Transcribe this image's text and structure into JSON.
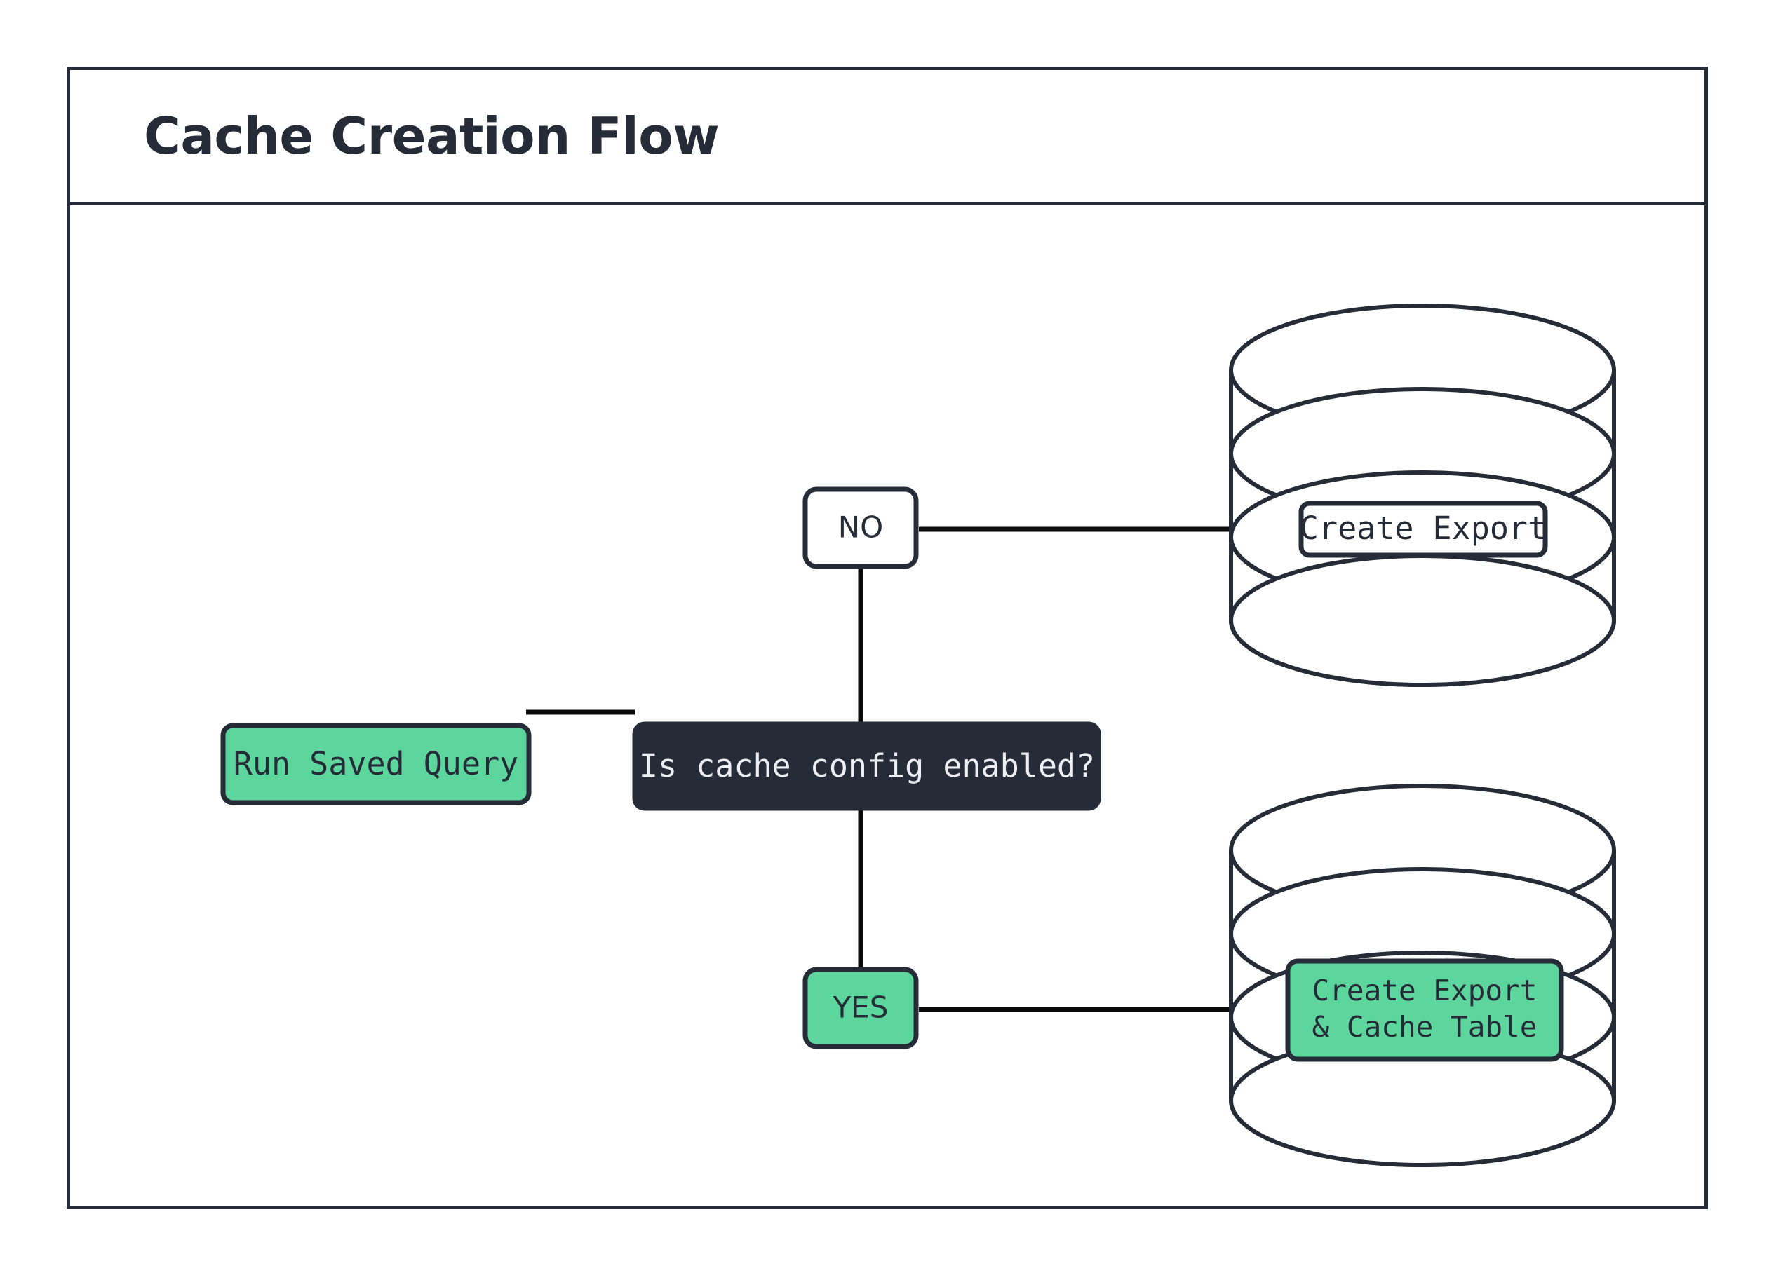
{
  "diagram": {
    "title": "Cache Creation Flow",
    "type": "flowchart",
    "colors": {
      "accent_green": "#5cd69d",
      "dark_navy": "#262b38",
      "canvas": "#ffffff",
      "edge": "#0b0b0b"
    },
    "nodes": [
      {
        "id": "run-saved-query",
        "label": "Run Saved Query",
        "shape": "rounded-rect",
        "style": "green",
        "font": "monospace"
      },
      {
        "id": "is-cache-config-enabled",
        "label": "Is cache config enabled?",
        "shape": "rounded-rect",
        "style": "dark",
        "font": "monospace"
      },
      {
        "id": "branch-no",
        "label": "NO",
        "shape": "rounded-rect",
        "style": "white",
        "font": "sans-serif"
      },
      {
        "id": "branch-yes",
        "label": "YES",
        "shape": "rounded-rect",
        "style": "green",
        "font": "sans-serif"
      },
      {
        "id": "create-export",
        "label": "Create Export",
        "shape": "database-stack",
        "style": "white",
        "font": "monospace"
      },
      {
        "id": "create-export-cache-table",
        "label_line_1": "Create Export",
        "label_line_2": "& Cache Table",
        "shape": "database-stack",
        "style": "green",
        "font": "monospace"
      }
    ],
    "edges": [
      {
        "from": "run-saved-query",
        "to": "is-cache-config-enabled",
        "label": ""
      },
      {
        "from": "is-cache-config-enabled",
        "to": "branch-no",
        "label": ""
      },
      {
        "from": "is-cache-config-enabled",
        "to": "branch-yes",
        "label": ""
      },
      {
        "from": "branch-no",
        "to": "create-export",
        "label": ""
      },
      {
        "from": "branch-yes",
        "to": "create-export-cache-table",
        "label": ""
      }
    ]
  }
}
